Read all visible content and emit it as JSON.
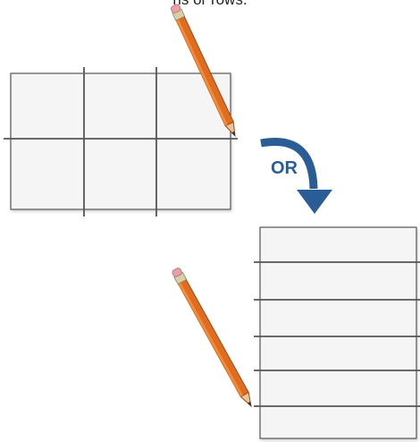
{
  "caption": {
    "partial_text": "ns or rows."
  },
  "separator": {
    "label": "OR",
    "color": "#2a5d96"
  },
  "colors": {
    "paper_fill": "#f5f5f5",
    "paper_border": "#555555",
    "grid_line": "#555555",
    "pencil_body": "#e06d1f",
    "pencil_dark": "#a14810",
    "eraser": "#e8a0a8",
    "ferrule": "#d8cfa8",
    "wood": "#e8c49a",
    "lead": "#333333"
  },
  "diagrams": {
    "grid_sheet": {
      "name": "grid-sheet",
      "columns": 3,
      "rows": 2
    },
    "rows_sheet": {
      "name": "rows-sheet",
      "columns": 1,
      "rows": 6
    }
  },
  "icons": {
    "top_pencil": "pencil-icon",
    "bottom_pencil": "pencil-icon",
    "arrow": "curved-arrow-down-icon"
  }
}
